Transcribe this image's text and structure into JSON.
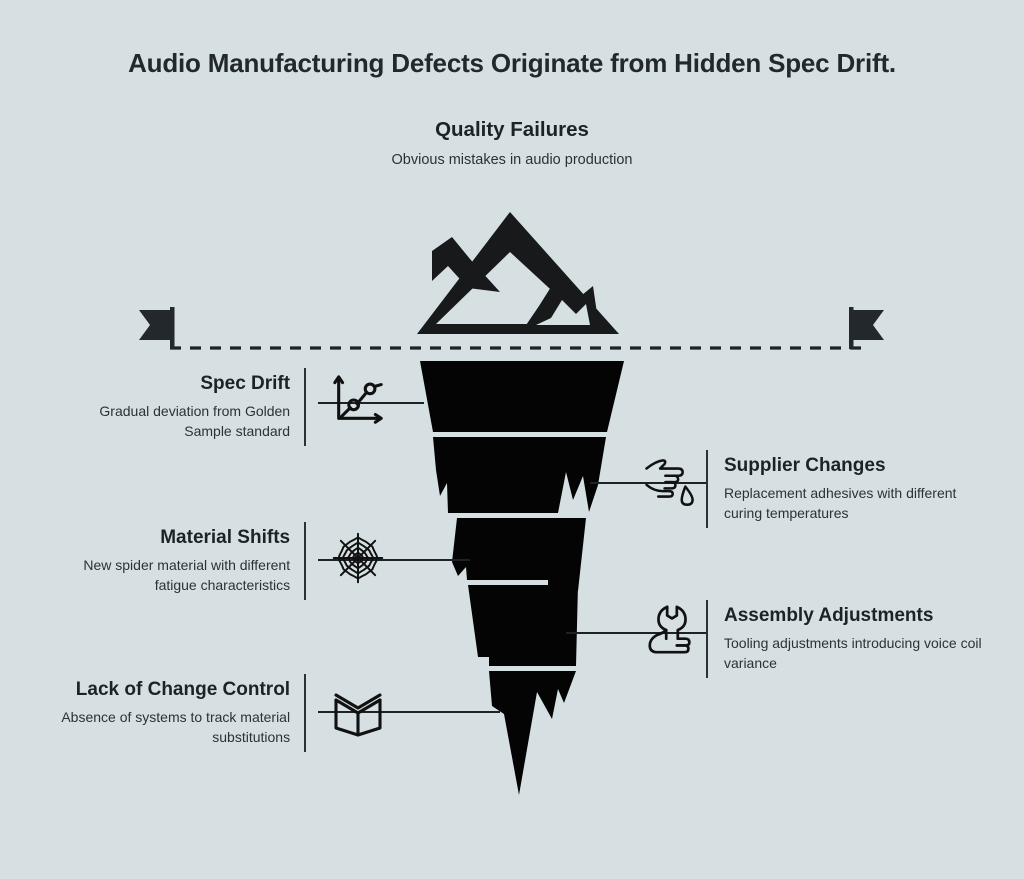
{
  "title": "Audio Manufacturing Defects Originate from Hidden Spec Drift.",
  "tip": {
    "title": "Quality Failures",
    "description": "Obvious mistakes in audio production",
    "icon": "mountain-icon"
  },
  "waterline": {
    "left_flag_icon": "flag-left-icon",
    "right_flag_icon": "flag-right-icon",
    "line_style": "dashed"
  },
  "colors": {
    "background": "#d6e0e3",
    "ink": "#0a0a0a",
    "text": "#1d2226",
    "subtext": "#2b3237"
  },
  "left_items": [
    {
      "title": "Spec Drift",
      "description": "Gradual deviation from Golden Sample standard",
      "icon": "line-chart-icon"
    },
    {
      "title": "Material Shifts",
      "description": "New spider material with different fatigue characteristics",
      "icon": "spider-web-icon"
    },
    {
      "title": "Lack of Change Control",
      "description": "Absence of systems to track material substitutions",
      "icon": "open-book-icon"
    }
  ],
  "right_items": [
    {
      "title": "Supplier Changes",
      "description": "Replacement adhesives with different curing temperatures",
      "icon": "hand-droplet-icon"
    },
    {
      "title": "Assembly Adjustments",
      "description": "Tooling adjustments introducing voice coil variance",
      "icon": "hand-wrench-icon"
    }
  ]
}
